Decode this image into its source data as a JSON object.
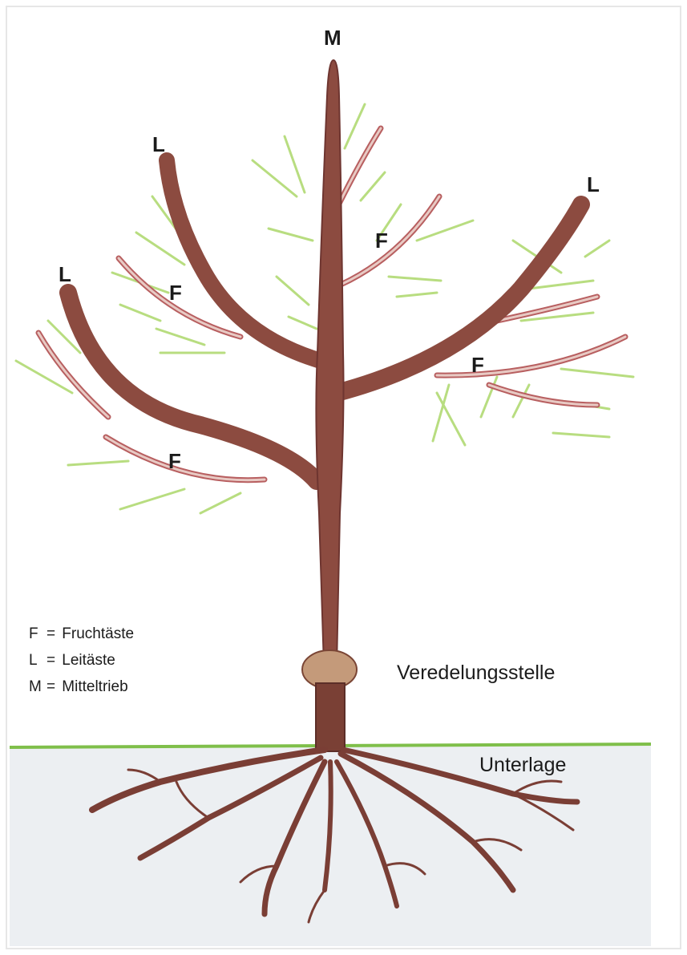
{
  "labels": {
    "M": "M",
    "L1": "L",
    "L2": "L",
    "L3": "L",
    "F1": "F",
    "F2": "F",
    "F3": "F",
    "F4": "F"
  },
  "legend": [
    {
      "key": "F",
      "eq": "=",
      "text": "Fruchtäste"
    },
    {
      "key": "L",
      "eq": "=",
      "text": "Leitäste"
    },
    {
      "key": "M",
      "eq": "=",
      "text": "Mitteltrieb"
    }
  ],
  "annotations": {
    "graft": "Veredelungsstelle",
    "rootstock": "Unterlage"
  },
  "colors": {
    "trunk": "#8a4a3e",
    "trunk_dark": "#6e3530",
    "bark_light": "#d8b2a8",
    "twig_green": "#b5dc7a",
    "grass": "#7fbf4a",
    "soil": "#e8ecef",
    "roots": "#7a3e35"
  }
}
